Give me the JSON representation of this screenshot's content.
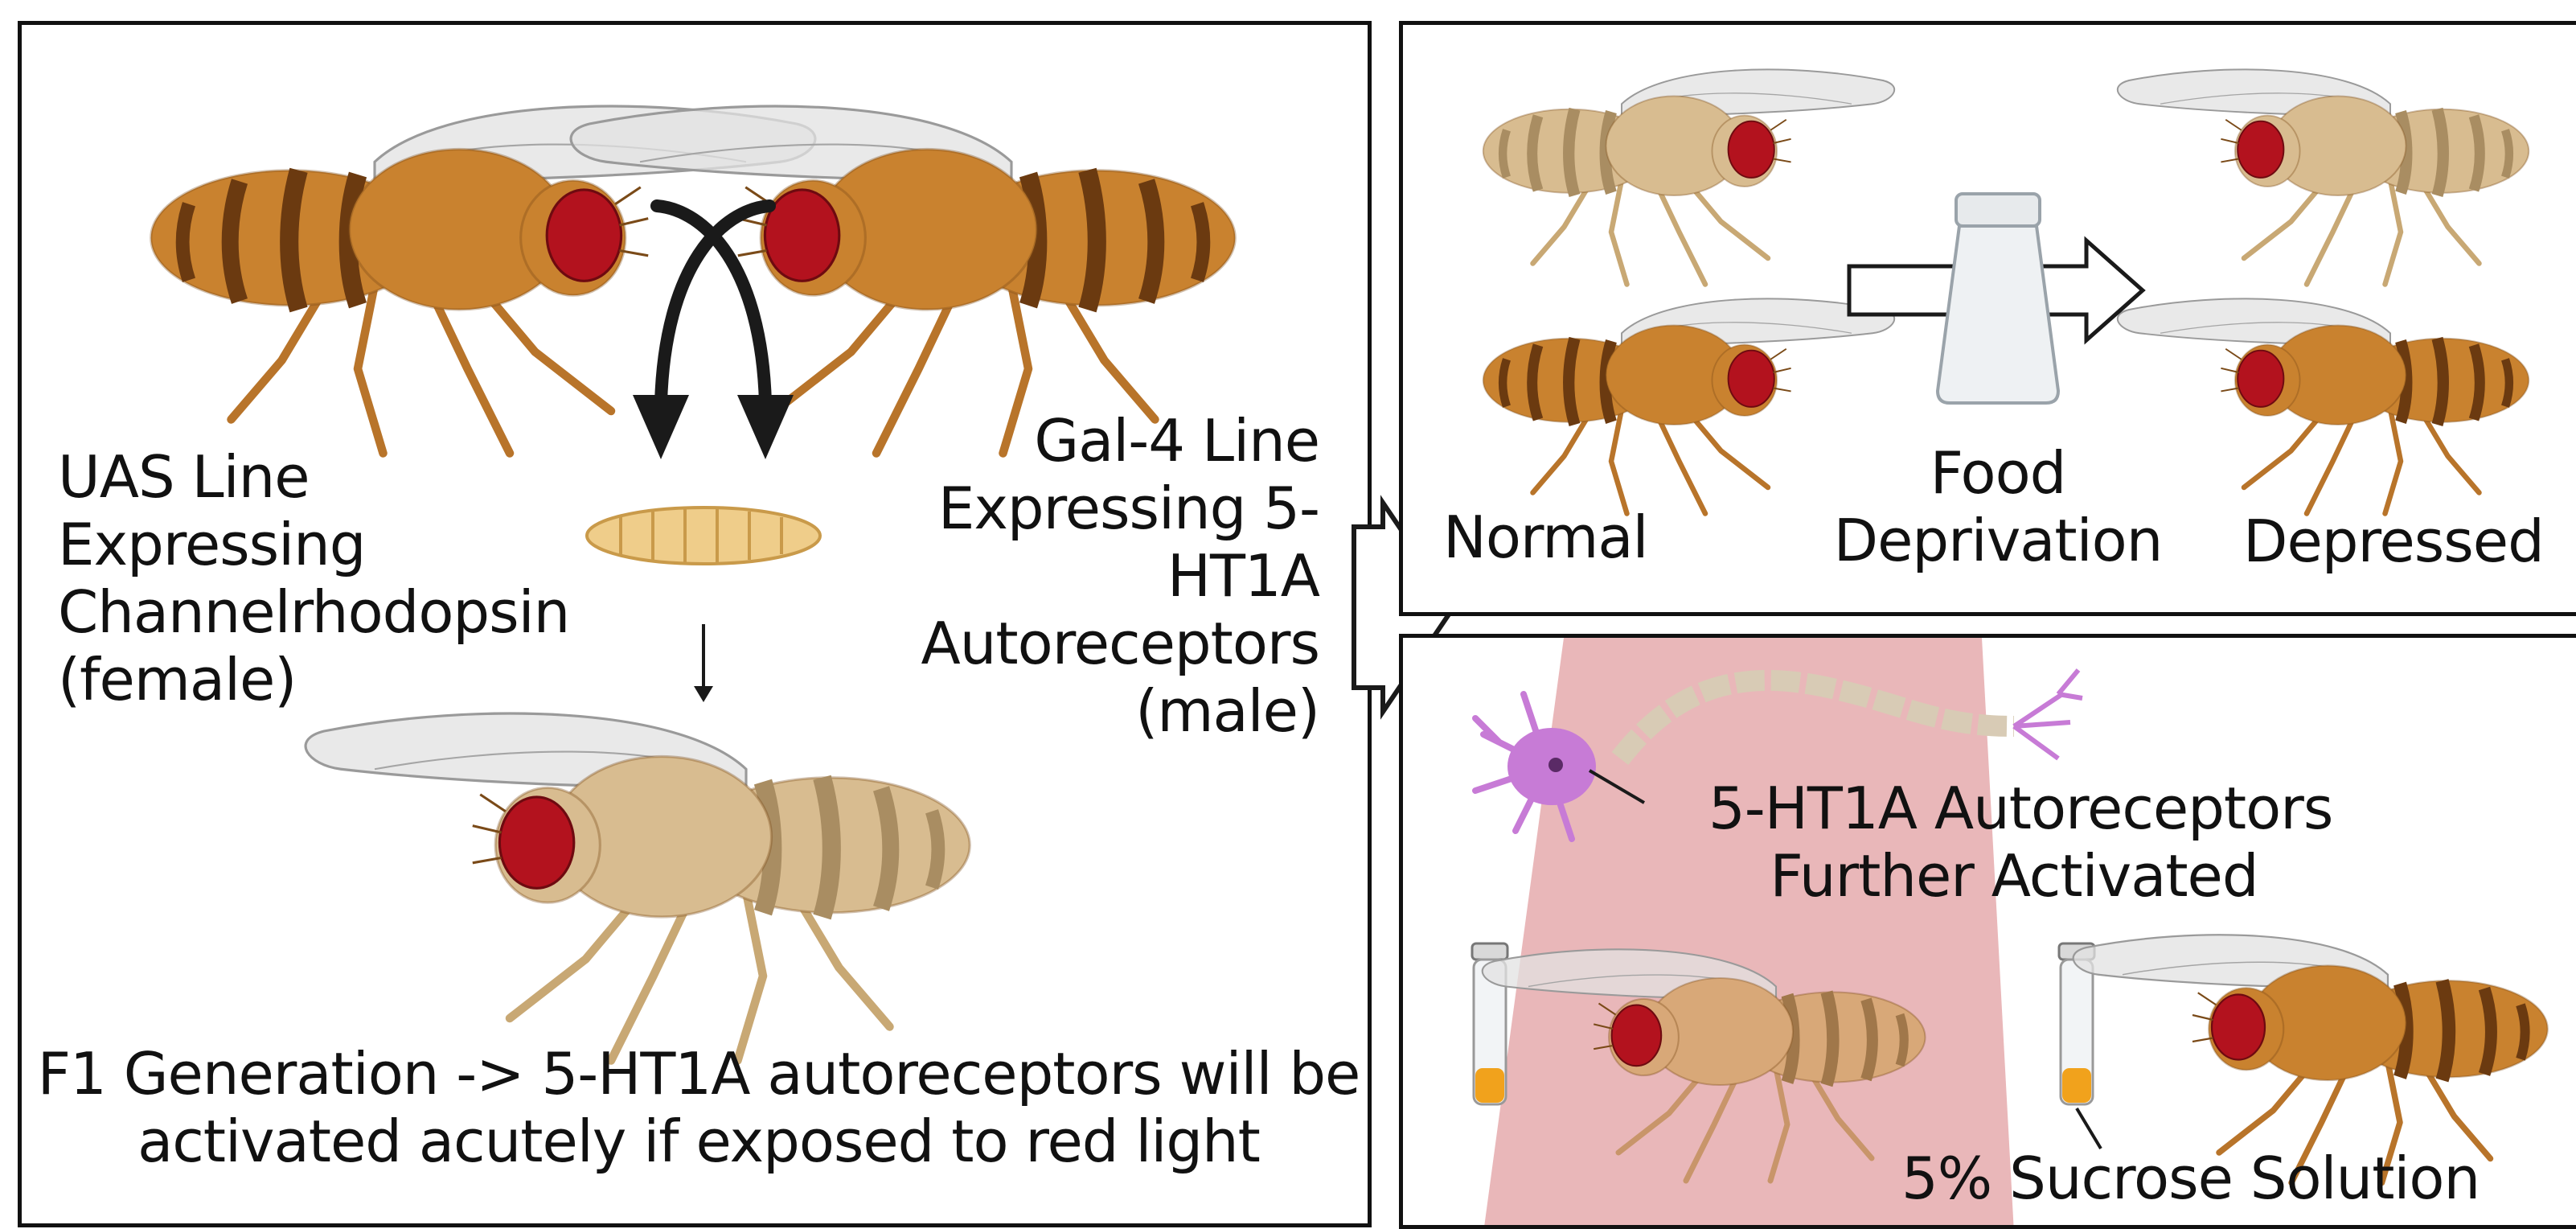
{
  "cross_panel": {
    "female_label": "UAS Line\nExpressing\nChannelrhodopsin\n(female)",
    "male_label": "Gal-4 Line\nExpressing 5-\nHT1A\nAutoreceptors\n(male)",
    "f1_caption": "F1 Generation -> 5-HT1A autoreceptors will be\nactivated acutely if exposed to red light"
  },
  "deprivation_panel": {
    "normal_label": "Normal",
    "treatment_label": "Food\nDeprivation",
    "depressed_label": "Depressed"
  },
  "activation_panel": {
    "neuron_label": "5-HT1A Autoreceptors\nFurther Activated",
    "sucrose_label": "5% Sucrose Solution"
  },
  "colors": {
    "fly_orange": "#c9822f",
    "fly_tan": "#d8bc90",
    "eye_red": "#b3121e",
    "red_light_beam": "#e9b7b9",
    "neuron_purple": "#c77bd6",
    "sucrose_orange": "#f1a21c"
  },
  "icons": [
    "fly-icon",
    "larva-icon",
    "food-jar-icon",
    "neuron-icon",
    "vial-icon",
    "cross-arrow-icon",
    "block-arrow-icon"
  ]
}
